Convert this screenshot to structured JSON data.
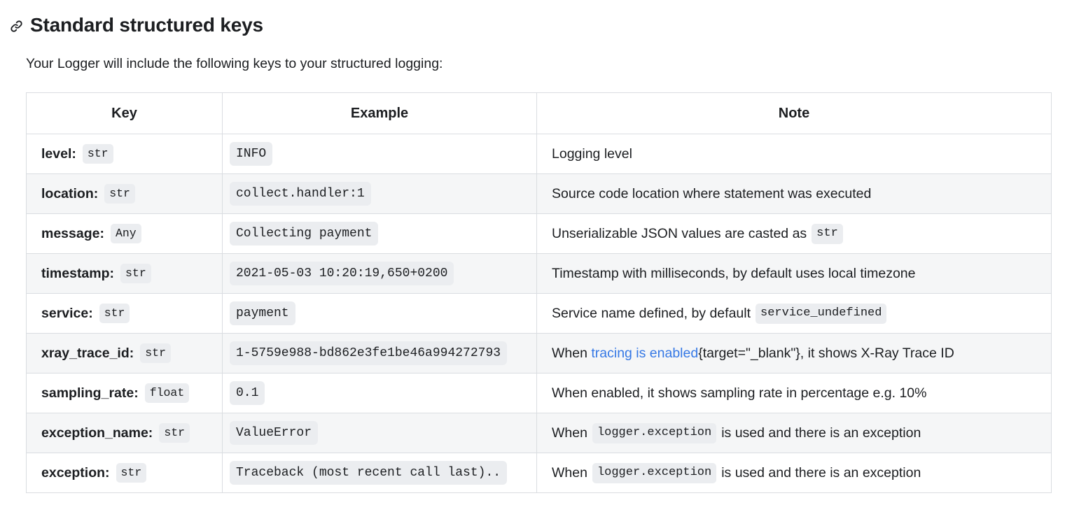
{
  "heading": {
    "icon": "link-anchor-icon",
    "title": "Standard structured keys"
  },
  "intro": "Your Logger will include the following keys to your structured logging:",
  "table": {
    "columns": [
      "Key",
      "Example",
      "Note"
    ],
    "rows": [
      {
        "key": "level:",
        "type": "str",
        "example": "INFO",
        "note_parts": [
          {
            "kind": "text",
            "text": "Logging level"
          }
        ]
      },
      {
        "key": "location:",
        "type": "str",
        "example": "collect.handler:1",
        "note_parts": [
          {
            "kind": "text",
            "text": "Source code location where statement was executed"
          }
        ]
      },
      {
        "key": "message:",
        "type": "Any",
        "example": "Collecting payment",
        "note_parts": [
          {
            "kind": "text",
            "text": "Unserializable JSON values are casted as"
          },
          {
            "kind": "code",
            "text": "str"
          }
        ]
      },
      {
        "key": "timestamp:",
        "type": "str",
        "example": "2021-05-03 10:20:19,650+0200",
        "note_parts": [
          {
            "kind": "text",
            "text": "Timestamp with milliseconds, by default uses local timezone"
          }
        ]
      },
      {
        "key": "service:",
        "type": "str",
        "example": "payment",
        "note_parts": [
          {
            "kind": "text",
            "text": "Service name defined, by default"
          },
          {
            "kind": "code",
            "text": "service_undefined"
          }
        ]
      },
      {
        "key": "xray_trace_id:",
        "type": "str",
        "example": "1-5759e988-bd862e3fe1be46a994272793",
        "note_parts": [
          {
            "kind": "text",
            "text": "When "
          },
          {
            "kind": "link",
            "text": "tracing is enabled"
          },
          {
            "kind": "text",
            "text": "{target=\"_blank\"}, it shows X-Ray Trace ID"
          }
        ]
      },
      {
        "key": "sampling_rate:",
        "type": "float",
        "example": "0.1",
        "note_parts": [
          {
            "kind": "text",
            "text": "When enabled, it shows sampling rate in percentage e.g. 10%"
          }
        ]
      },
      {
        "key": "exception_name:",
        "type": "str",
        "example": "ValueError",
        "note_parts": [
          {
            "kind": "text",
            "text": "When"
          },
          {
            "kind": "code",
            "text": "logger.exception"
          },
          {
            "kind": "text",
            "text": "is used and there is an exception"
          }
        ]
      },
      {
        "key": "exception:",
        "type": "str",
        "example": "Traceback (most recent call last)..",
        "note_parts": [
          {
            "kind": "text",
            "text": "When"
          },
          {
            "kind": "code",
            "text": "logger.exception"
          },
          {
            "kind": "text",
            "text": "is used and there is an exception"
          }
        ]
      }
    ]
  },
  "colors": {
    "link": "#3578e5",
    "chip_bg": "#ebedf0",
    "row_stripe": "#f5f6f7",
    "border": "#dadde1",
    "text": "#1c1e21"
  }
}
